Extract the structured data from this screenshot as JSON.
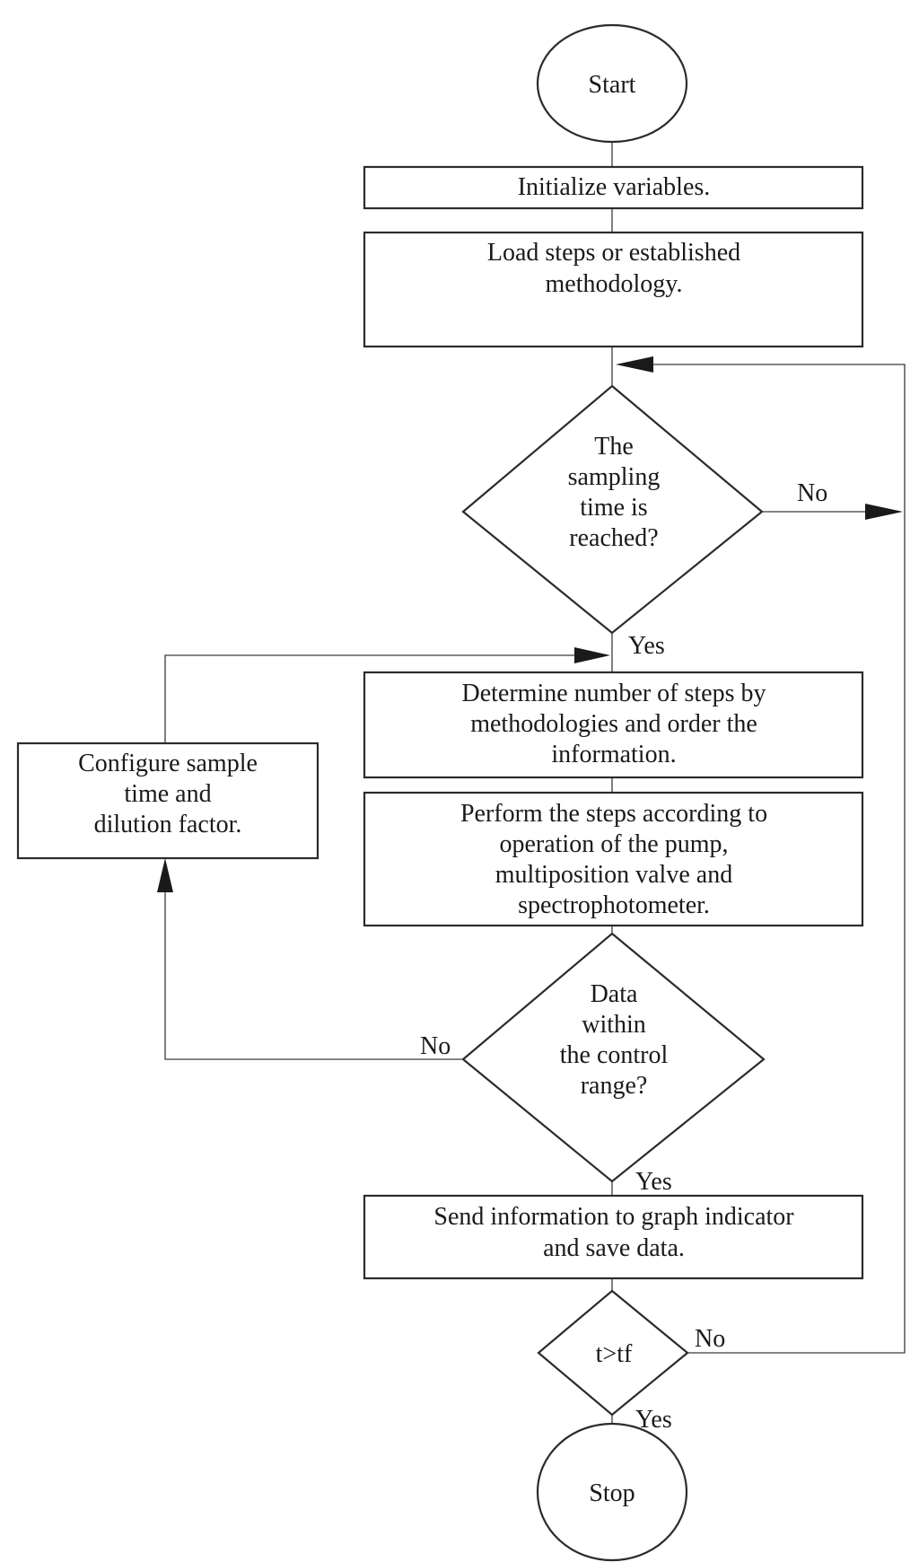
{
  "nodes": {
    "start": {
      "lines": [
        "Start"
      ]
    },
    "init": {
      "lines": [
        "Initialize variables."
      ]
    },
    "load": {
      "lines": [
        "Load steps or established",
        "methodology."
      ]
    },
    "sampling": {
      "lines": [
        "The",
        "sampling",
        "time is",
        "reached?"
      ]
    },
    "determine": {
      "lines": [
        "Determine number of steps by",
        "methodologies and order the",
        "information."
      ]
    },
    "perform": {
      "lines": [
        "Perform the steps according to",
        "operation of the pump,",
        "multiposition valve and",
        "spectrophotometer."
      ]
    },
    "configure": {
      "lines": [
        "Configure sample",
        "time and",
        "dilution factor."
      ]
    },
    "datarange": {
      "lines": [
        "Data",
        "within",
        "the control",
        "range?"
      ]
    },
    "send": {
      "lines": [
        "Send information to graph indicator",
        "and save data."
      ]
    },
    "tcheck": {
      "lines": [
        "t>tf"
      ]
    },
    "stop": {
      "lines": [
        "Stop"
      ]
    }
  },
  "edge_labels": {
    "sampling_no": "No",
    "sampling_yes": "Yes",
    "datarange_no": "No",
    "datarange_yes": "Yes",
    "tcheck_no": "No",
    "tcheck_yes": "Yes"
  }
}
